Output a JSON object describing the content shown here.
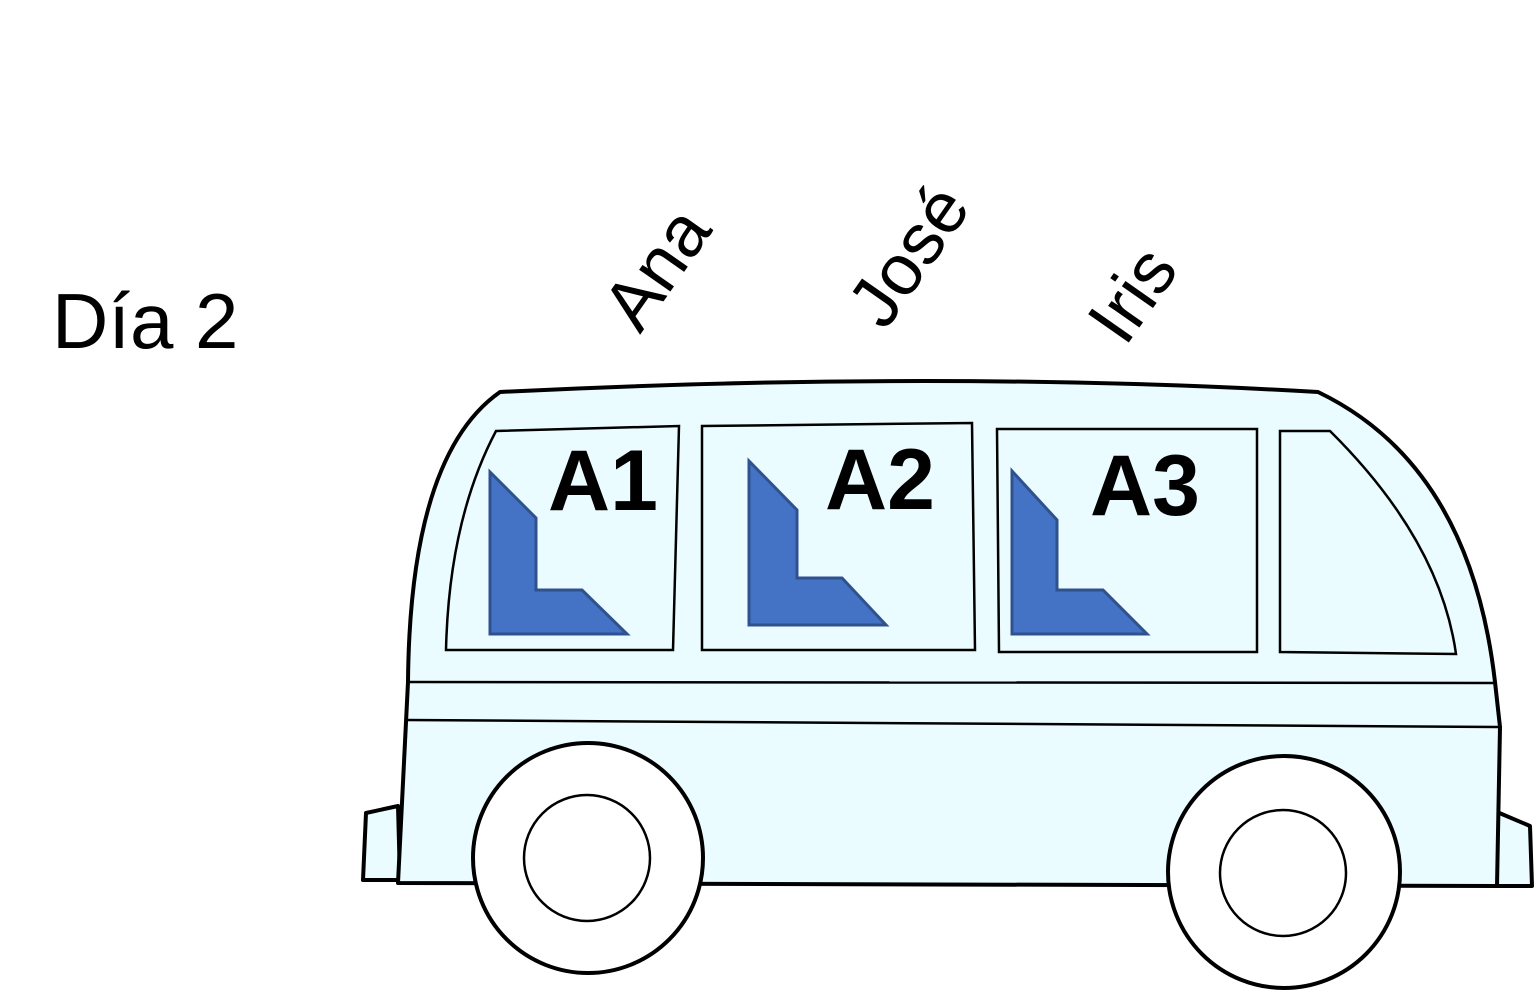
{
  "day_label": "Día 2",
  "passengers": [
    "Ana",
    "José",
    "Iris"
  ],
  "seats": [
    "A1",
    "A2",
    "A3"
  ],
  "colors": {
    "van_body": "#eafcff",
    "seat_fill": "#4472c4",
    "seat_stroke": "#2f528f",
    "outline": "#000000"
  }
}
